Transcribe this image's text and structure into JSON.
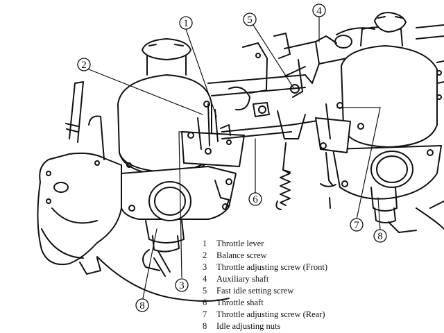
{
  "diagram": {
    "callouts": [
      {
        "id": "callout-1",
        "label": "1"
      },
      {
        "id": "callout-2",
        "label": "2"
      },
      {
        "id": "callout-3",
        "label": "3"
      },
      {
        "id": "callout-4",
        "label": "4"
      },
      {
        "id": "callout-5",
        "label": "5"
      },
      {
        "id": "callout-6",
        "label": "6"
      },
      {
        "id": "callout-7",
        "label": "7"
      },
      {
        "id": "callout-8-left",
        "label": "8"
      },
      {
        "id": "callout-8-right",
        "label": "8"
      }
    ],
    "legend": [
      {
        "num": "1",
        "text": "Throttle lever"
      },
      {
        "num": "2",
        "text": "Balance screw"
      },
      {
        "num": "3",
        "text": "Throttle adjusting screw (Front)"
      },
      {
        "num": "4",
        "text": "Auxiliary shaft"
      },
      {
        "num": "5",
        "text": "Fast idle setting screw"
      },
      {
        "num": "6",
        "text": "Throttle shaft"
      },
      {
        "num": "7",
        "text": "Throttle adjusting screw (Rear)"
      },
      {
        "num": "8",
        "text": "Idle adjusting nuts"
      }
    ]
  }
}
